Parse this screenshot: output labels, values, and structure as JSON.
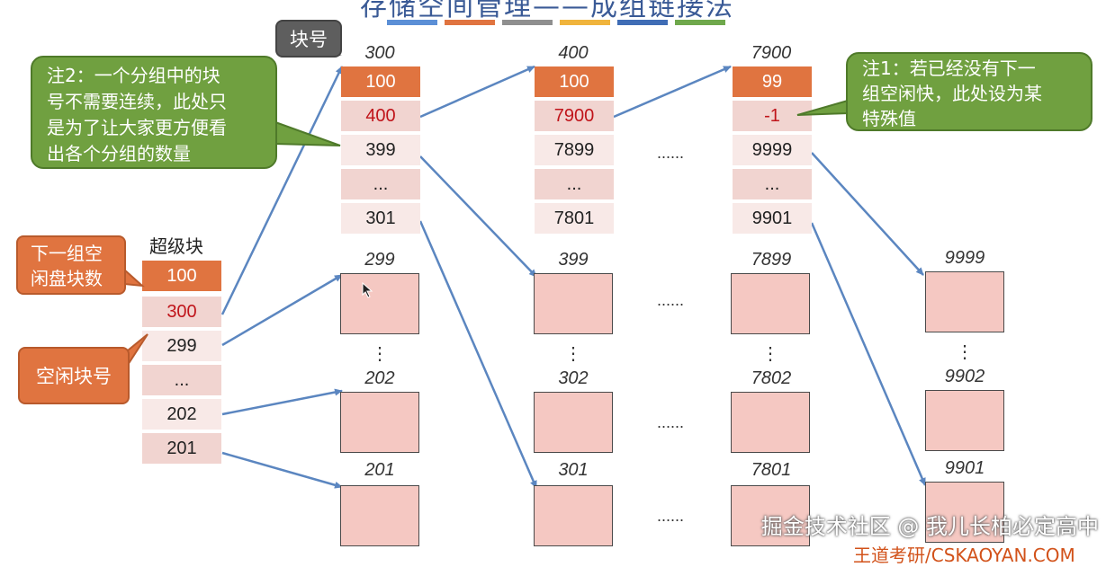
{
  "title": "存储空间管理——成组链接法",
  "title_bar_colors": [
    "#5b8fd6",
    "#e07440",
    "#8f8f8f",
    "#f0b43c",
    "#3f6db5",
    "#6fa84c"
  ],
  "superblock": {
    "label": "超级块",
    "cells": [
      "100",
      "300",
      "299",
      "...",
      "202",
      "201"
    ]
  },
  "group1": {
    "label": "300",
    "cells": [
      "100",
      "400",
      "399",
      "...",
      "301"
    ],
    "blocks": [
      {
        "label": "299"
      },
      {
        "label": "202"
      },
      {
        "label": "201"
      }
    ]
  },
  "group2": {
    "label": "400",
    "cells": [
      "100",
      "7900",
      "7899",
      "...",
      "7801"
    ],
    "blocks": [
      {
        "label": "399"
      },
      {
        "label": "302"
      },
      {
        "label": "301"
      }
    ]
  },
  "group3": {
    "label": "7900",
    "cells": [
      "99",
      "-1",
      "9999",
      "...",
      "9901"
    ],
    "blocks": [
      {
        "label": "7899"
      },
      {
        "label": "7802"
      },
      {
        "label": "7801"
      }
    ]
  },
  "group4": {
    "blocks": [
      {
        "label": "9999"
      },
      {
        "label": "9902"
      },
      {
        "label": "9901"
      }
    ]
  },
  "ellipsis_h": "......",
  "ellipsis_v": "⋮",
  "callouts": {
    "block_number": "块号",
    "note2": "注2：一个分组中的块\n号不需要连续，此处只\n是为了让大家更方便看\n出各个分组的数量",
    "note1": "注1：若已经没有下一\n组空闲快，此处设为某\n特殊值",
    "next_group_count": "下一组空\n闲盘块数",
    "free_block_no": "空闲块号"
  },
  "watermark": "掘金技术社区 @ 我儿长柏必定高中",
  "watermark2": "王道考研/CSKAOYAN.COM"
}
